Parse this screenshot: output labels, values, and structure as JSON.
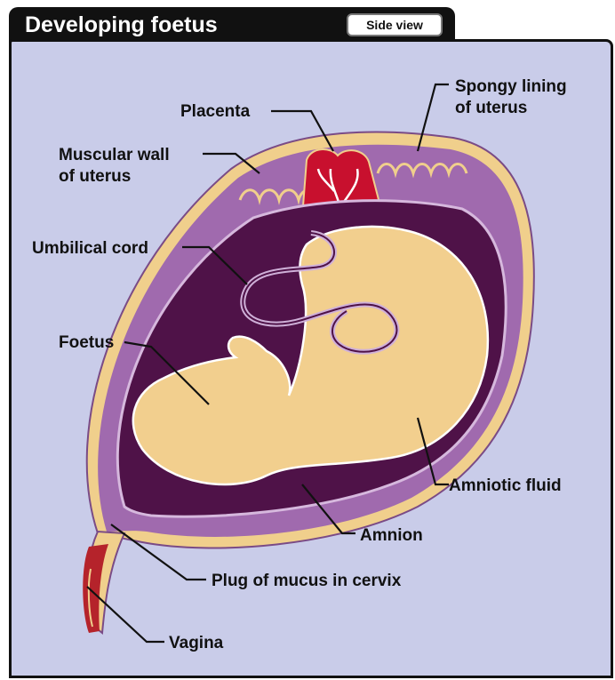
{
  "header": {
    "title": "Developing foetus",
    "side_view_button": "Side view"
  },
  "labels": {
    "placenta": "Placenta",
    "spongy_lining_1": "Spongy lining",
    "spongy_lining_2": "of uterus",
    "muscular_wall_1": "Muscular wall",
    "muscular_wall_2": "of uterus",
    "umbilical_cord": "Umbilical cord",
    "foetus": "Foetus",
    "amniotic_fluid": "Amniotic fluid",
    "amnion": "Amnion",
    "plug_of_mucus": "Plug of mucus in cervix",
    "vagina": "Vagina"
  },
  "colors": {
    "background": "#c9cce9",
    "uterus_outer": "#f0cf8c",
    "uterus_wall": "#a06aae",
    "amniotic_fluid": "#4f1248",
    "foetus": "#f2cf8e",
    "placenta": "#c8102e",
    "vagina": "#b5232b"
  }
}
